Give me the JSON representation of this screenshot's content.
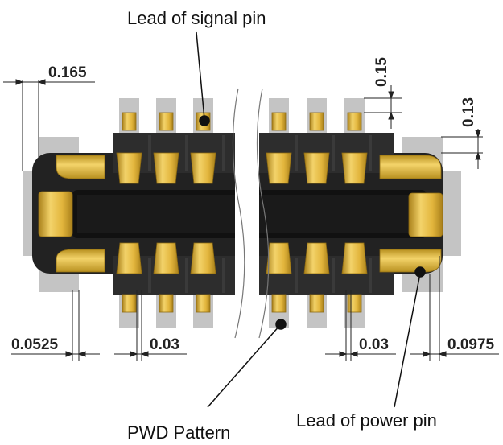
{
  "callouts": {
    "signal_pin": "Lead of signal pin",
    "pwd_pattern": "PWD Pattern",
    "power_pin": "Lead of power pin"
  },
  "dimensions": {
    "top_left": "0.165",
    "top_right_a": "0.15",
    "top_right_b": "0.13",
    "bottom_1": "0.0525",
    "bottom_2": "0.03",
    "bottom_3": "0.03",
    "bottom_4": "0.0975"
  },
  "colors": {
    "pad": "#c8c8c8",
    "body": "#2b2b2b",
    "body_dark": "#151515",
    "gold": "#e9c14a",
    "gold_dark": "#b38a1e"
  }
}
